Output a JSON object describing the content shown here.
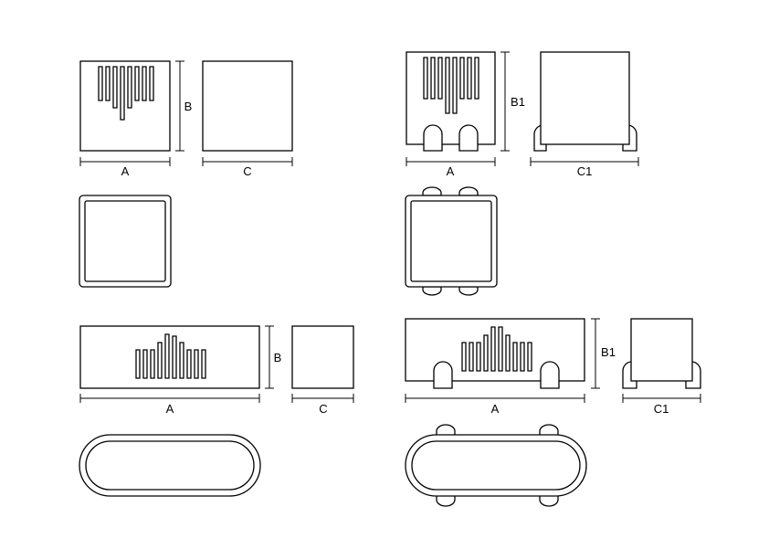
{
  "labels": {
    "a": "A",
    "b": "B",
    "c": "C",
    "b1": "B1",
    "c1": "C1"
  },
  "colors": {
    "line": "#000000",
    "background": "#ffffff"
  }
}
